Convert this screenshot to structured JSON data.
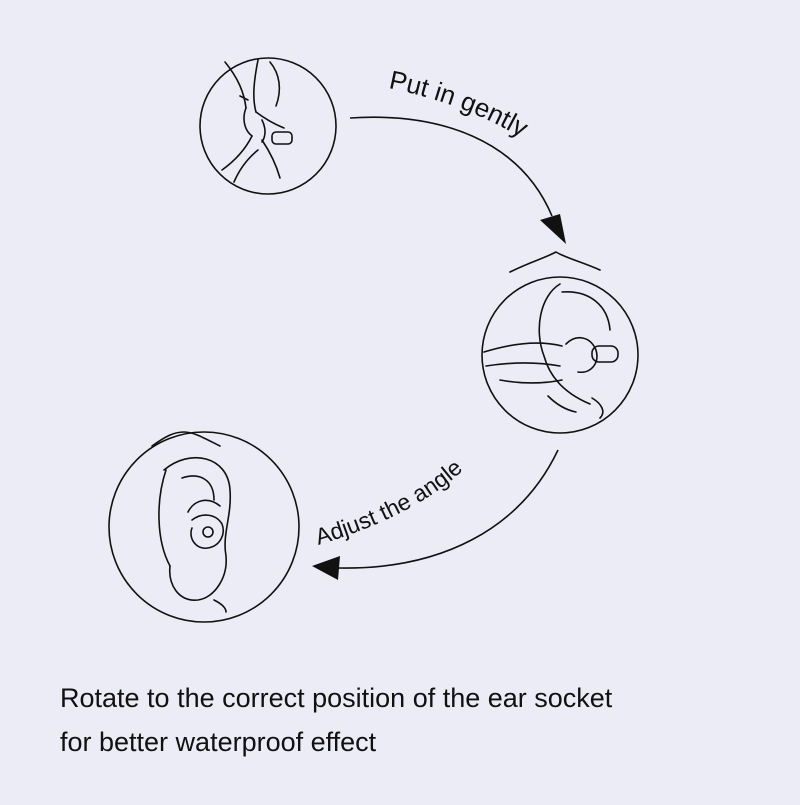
{
  "steps": [
    {
      "label": "Put in gently"
    },
    {
      "label": "Adjust the angle"
    }
  ],
  "caption": {
    "line1": "Rotate to the correct position of the ear socket",
    "line2": "for better waterproof effect"
  },
  "colors": {
    "background": "#ececf6",
    "ink": "#111111"
  }
}
